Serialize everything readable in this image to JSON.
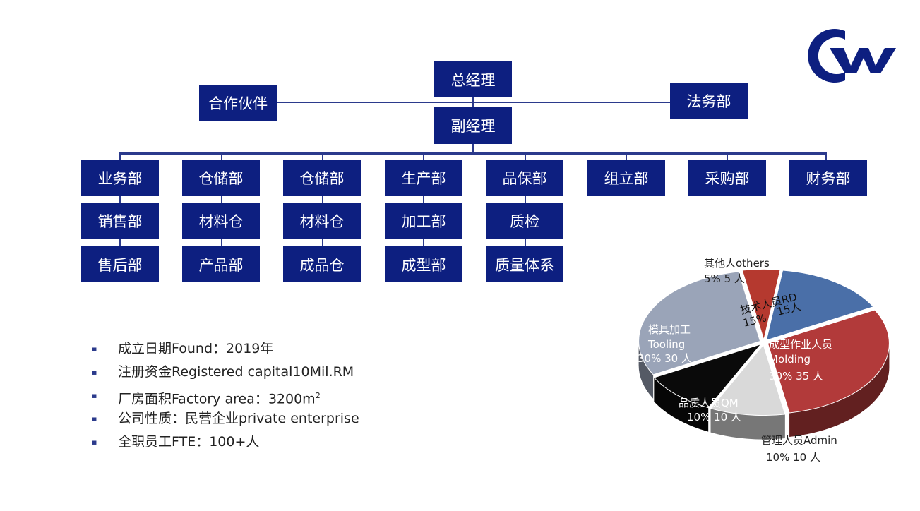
{
  "org_chart": {
    "general_manager": "总经理",
    "partner": "合作伙伴",
    "legal": "法务部",
    "deputy_manager": "副经理",
    "departments": [
      {
        "name": "业务部",
        "children": [
          "销售部",
          "售后部"
        ]
      },
      {
        "name": "仓储部",
        "children": [
          "材料仓",
          "产品部"
        ]
      },
      {
        "name": "仓储部",
        "children": [
          "材料仓",
          "成品仓"
        ]
      },
      {
        "name": "生产部",
        "children": [
          "加工部",
          "成型部"
        ]
      },
      {
        "name": "品保部",
        "children": [
          "质检",
          "质量体系"
        ]
      },
      {
        "name": "组立部",
        "children": []
      },
      {
        "name": "采购部",
        "children": []
      },
      {
        "name": "财务部",
        "children": []
      }
    ],
    "box_color": "#0d1f80"
  },
  "company_info": [
    {
      "text": "成立日期Found：2019年",
      "sup": ""
    },
    {
      "text": "注册资金Registered capital10Mil.RM",
      "sup": ""
    },
    {
      "text": "厂房面积Factory area：3200m",
      "sup": "2"
    },
    {
      "text": "公司性质：民营企业private enterprise",
      "sup": ""
    },
    {
      "text": "全职员工FTE：100+人",
      "sup": ""
    }
  ],
  "bullet_symbol": "▪",
  "logo": {
    "letters": "CW",
    "color": "#0d1f80",
    "icon": "company-logo-icon"
  },
  "chart_data": {
    "type": "pie",
    "style": "3d-exploded",
    "slices": [
      {
        "label": "其他人others",
        "percent_text": "5%",
        "count_text": "5 人",
        "value": 5,
        "color": "#b5392f"
      },
      {
        "label": "技术人员RD",
        "percent_text": "15%",
        "count_text": "15人",
        "value": 15,
        "color": "#4a6fa8"
      },
      {
        "label": "成型作业人员 Molding",
        "percent_text": "30%",
        "count_text": "35 人",
        "value": 30,
        "color": "#b23a3a"
      },
      {
        "label": "管理人员Admin",
        "percent_text": "10%",
        "count_text": "10 人",
        "value": 10,
        "color": "#d9d9d9"
      },
      {
        "label": "品质人员QM",
        "percent_text": "10%",
        "count_text": "10 人",
        "value": 10,
        "color": "#0a0a0a"
      },
      {
        "label": "模具加工 Tooling",
        "percent_text": "30%",
        "count_text": "30 人",
        "value": 30,
        "color": "#9aa4b8"
      }
    ],
    "label_texts": {
      "others_1": "其他人others",
      "others_2": "5% 5 人",
      "rd_1": "技术人员RD",
      "rd_2": "15人",
      "rd_3": "15%",
      "molding_1": "成型作业人员",
      "molding_2": "Molding",
      "molding_3": "30% 35 人",
      "admin_1": "管理人员Admin",
      "admin_2": "10% 10 人",
      "qm_1": "品质人员QM",
      "qm_2": "10% 10 人",
      "tooling_1": "模具加工",
      "tooling_2": "Tooling",
      "tooling_3": "30% 30 人"
    }
  }
}
